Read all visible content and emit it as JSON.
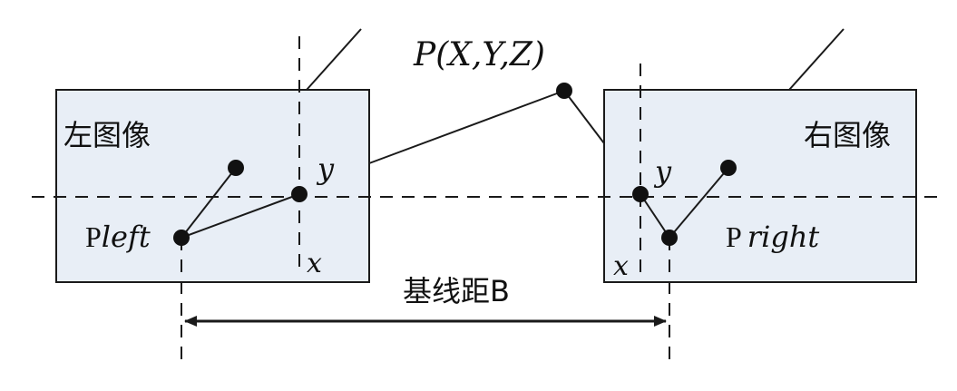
{
  "diagram": {
    "point_label": "P(X,Y,Z)",
    "left_image_label": "左图像",
    "right_image_label": "右图像",
    "left_y_axis_label": "y",
    "left_x_axis_label": "x",
    "right_y_axis_label": "y",
    "right_x_axis_label": "x",
    "left_point_label_prefix": "P",
    "left_point_label_suffix": "left",
    "right_point_label_prefix": "P",
    "right_point_label_suffix": "right",
    "baseline_label": "基线距B",
    "colors": {
      "image_plane_fill": "#e8eef6",
      "stroke": "#1a1a1a",
      "text": "#111111"
    }
  }
}
